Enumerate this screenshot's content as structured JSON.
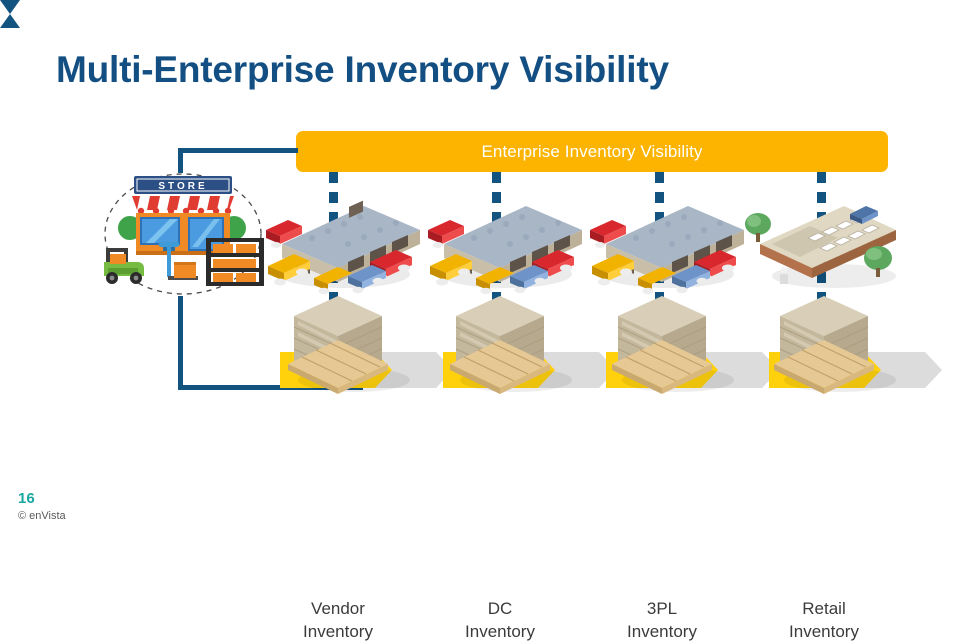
{
  "slide": {
    "title": "Multi-Enterprise Inventory Visibility",
    "page_number": "16",
    "copyright": "© enVista"
  },
  "banner": {
    "label": "Enterprise Inventory Visibility",
    "color": "#FDB400",
    "text_color": "#FFFFFF"
  },
  "colors": {
    "title_blue": "#134F82",
    "connector_blue": "#12537F",
    "banner_amber": "#FDB400",
    "chevron_yellow": "#FFD10D",
    "shadow_gray": "#DCDCDC",
    "label_gray": "#3B3B3B",
    "page_number_teal": "#17A8A0"
  },
  "nodes": [
    {
      "id": "vendor",
      "label_line1": "Vendor",
      "label_line2": "Inventory",
      "icon": "warehouse-icon",
      "stock_icon": "pallet-stack-icon"
    },
    {
      "id": "dc",
      "label_line1": "DC",
      "label_line2": "Inventory",
      "icon": "warehouse-icon",
      "stock_icon": "pallet-stack-icon"
    },
    {
      "id": "3pl",
      "label_line1": "3PL",
      "label_line2": "Inventory",
      "icon": "warehouse-icon",
      "stock_icon": "pallet-stack-icon"
    },
    {
      "id": "retail",
      "label_line1": "Retail",
      "label_line2": "Inventory",
      "icon": "retail-building-icon",
      "stock_icon": "pallet-stack-icon"
    }
  ],
  "store_cluster": {
    "store_sign_text": "STORE",
    "icons": [
      "storefront-icon",
      "forklift-icon",
      "shelving-rack-icon",
      "dashed-circle-outline"
    ]
  },
  "connectors": {
    "dashed_label": "dashed-visibility-link",
    "feedback_arrow_label": "feedback-loop-arrow"
  }
}
